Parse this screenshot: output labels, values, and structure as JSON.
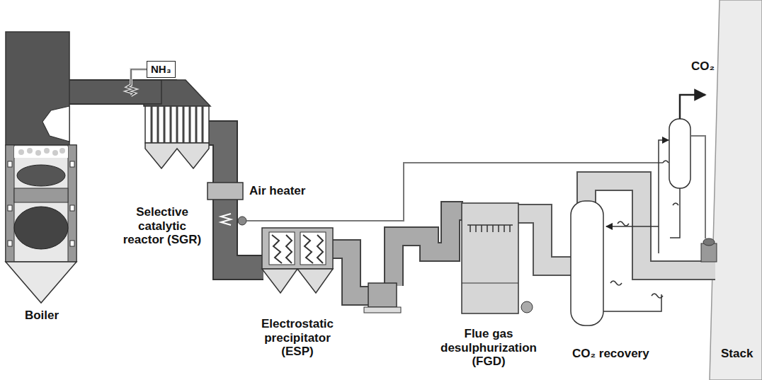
{
  "diagram": {
    "nodes": [
      {
        "text": [
          "NH₃"
        ]
      }
    ],
    "labels": [
      "Boiler",
      "Selective catalytic reactor (SGR)",
      "Air heater",
      "Electrostatic precipitator (ESP)",
      "Flue gas desulphurization (FGD)",
      "CO₂ recovery",
      "Stack",
      "CO₂"
    ]
  }
}
